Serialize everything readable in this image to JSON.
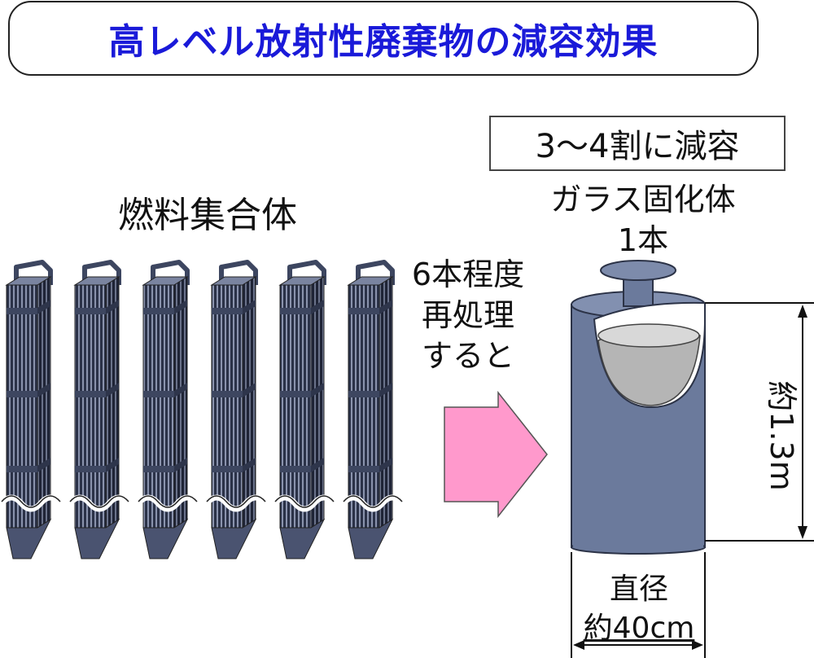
{
  "title": "高レベル放射性廃棄物の減容効果",
  "volume_reduction": "3～4割に減容",
  "fuel_assembly_label": "燃料集合体",
  "glass_label": [
    "ガラス固化体",
    "1本"
  ],
  "process_label": [
    "6本程度",
    "再処理",
    "すると"
  ],
  "height_label": "約1.3m",
  "diameter_label": [
    "直径",
    "約40cm"
  ],
  "colors": {
    "title": "#1a1ad9",
    "arrow": "#ff99cc",
    "canister": "#6b7a9c",
    "fuel": "#3d4660"
  }
}
